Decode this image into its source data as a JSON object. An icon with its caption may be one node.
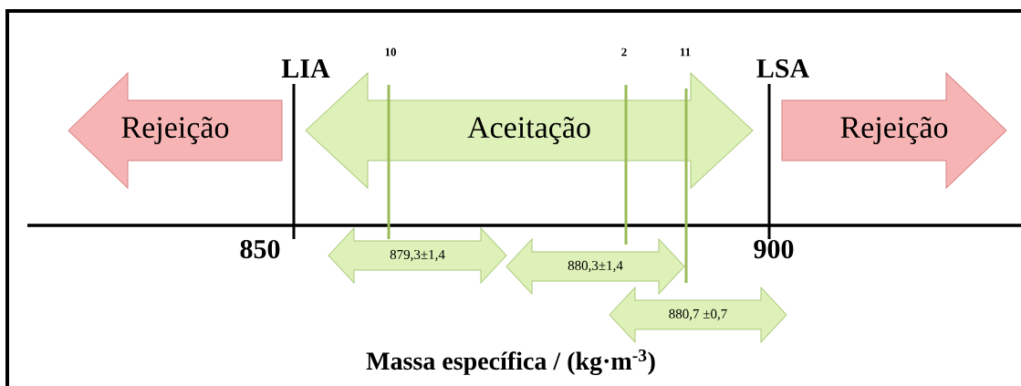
{
  "diagram": {
    "nodes": [
      {
        "text": [
          "Rejeição"
        ]
      },
      {
        "text": [
          "Aceitação"
        ]
      },
      {
        "text": [
          "Rejeição"
        ]
      },
      {
        "text": [
          "879,3±1,4"
        ]
      },
      {
        "text": [
          "880,3±1,4"
        ]
      },
      {
        "text": [
          "880,7 ±0,7"
        ]
      }
    ],
    "labels": [
      "LIA",
      "10",
      "2",
      "11",
      "LSA",
      "850",
      "900",
      "Massa específica / (kg·m$^{-3}$)"
    ]
  }
}
